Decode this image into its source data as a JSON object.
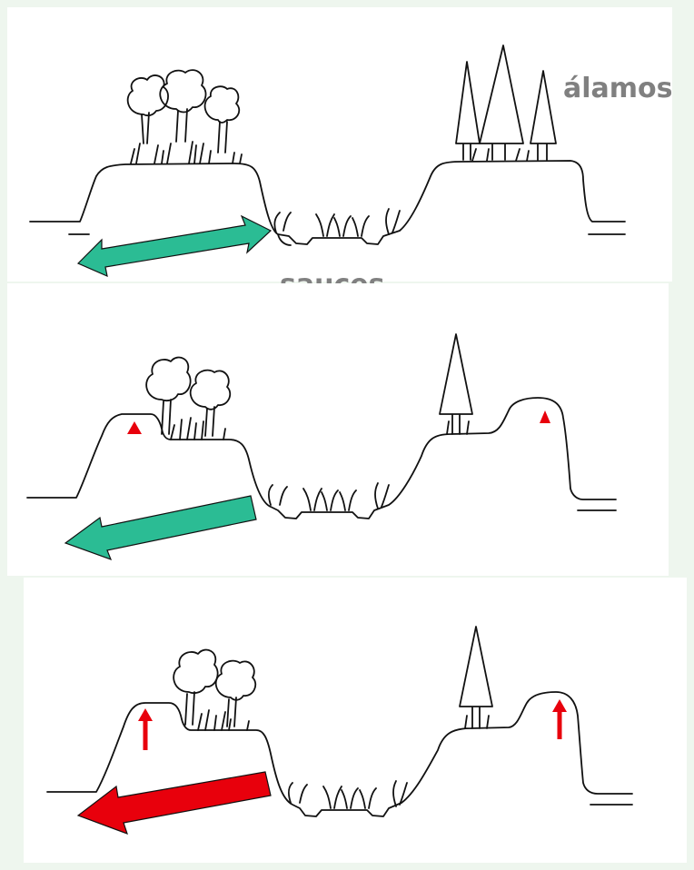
{
  "labels": {
    "alamos": "álamos",
    "sauces": "sauces"
  },
  "colors": {
    "background": "#eef6ee",
    "panel": "#ffffff",
    "line": "#111111",
    "arrow_green": "#2bbc94",
    "arrow_red": "#e8000c",
    "marker_red": "#e8000c",
    "label_gray": "#808080"
  },
  "panels": [
    {
      "id": "stage-1",
      "arrow": "bidirectional-green-arrow",
      "bank_markers": "none"
    },
    {
      "id": "stage-2",
      "arrow": "left-green-arrow",
      "bank_markers": "red-triangles"
    },
    {
      "id": "stage-3",
      "arrow": "left-red-arrow",
      "bank_markers": "red-up-arrows"
    }
  ]
}
